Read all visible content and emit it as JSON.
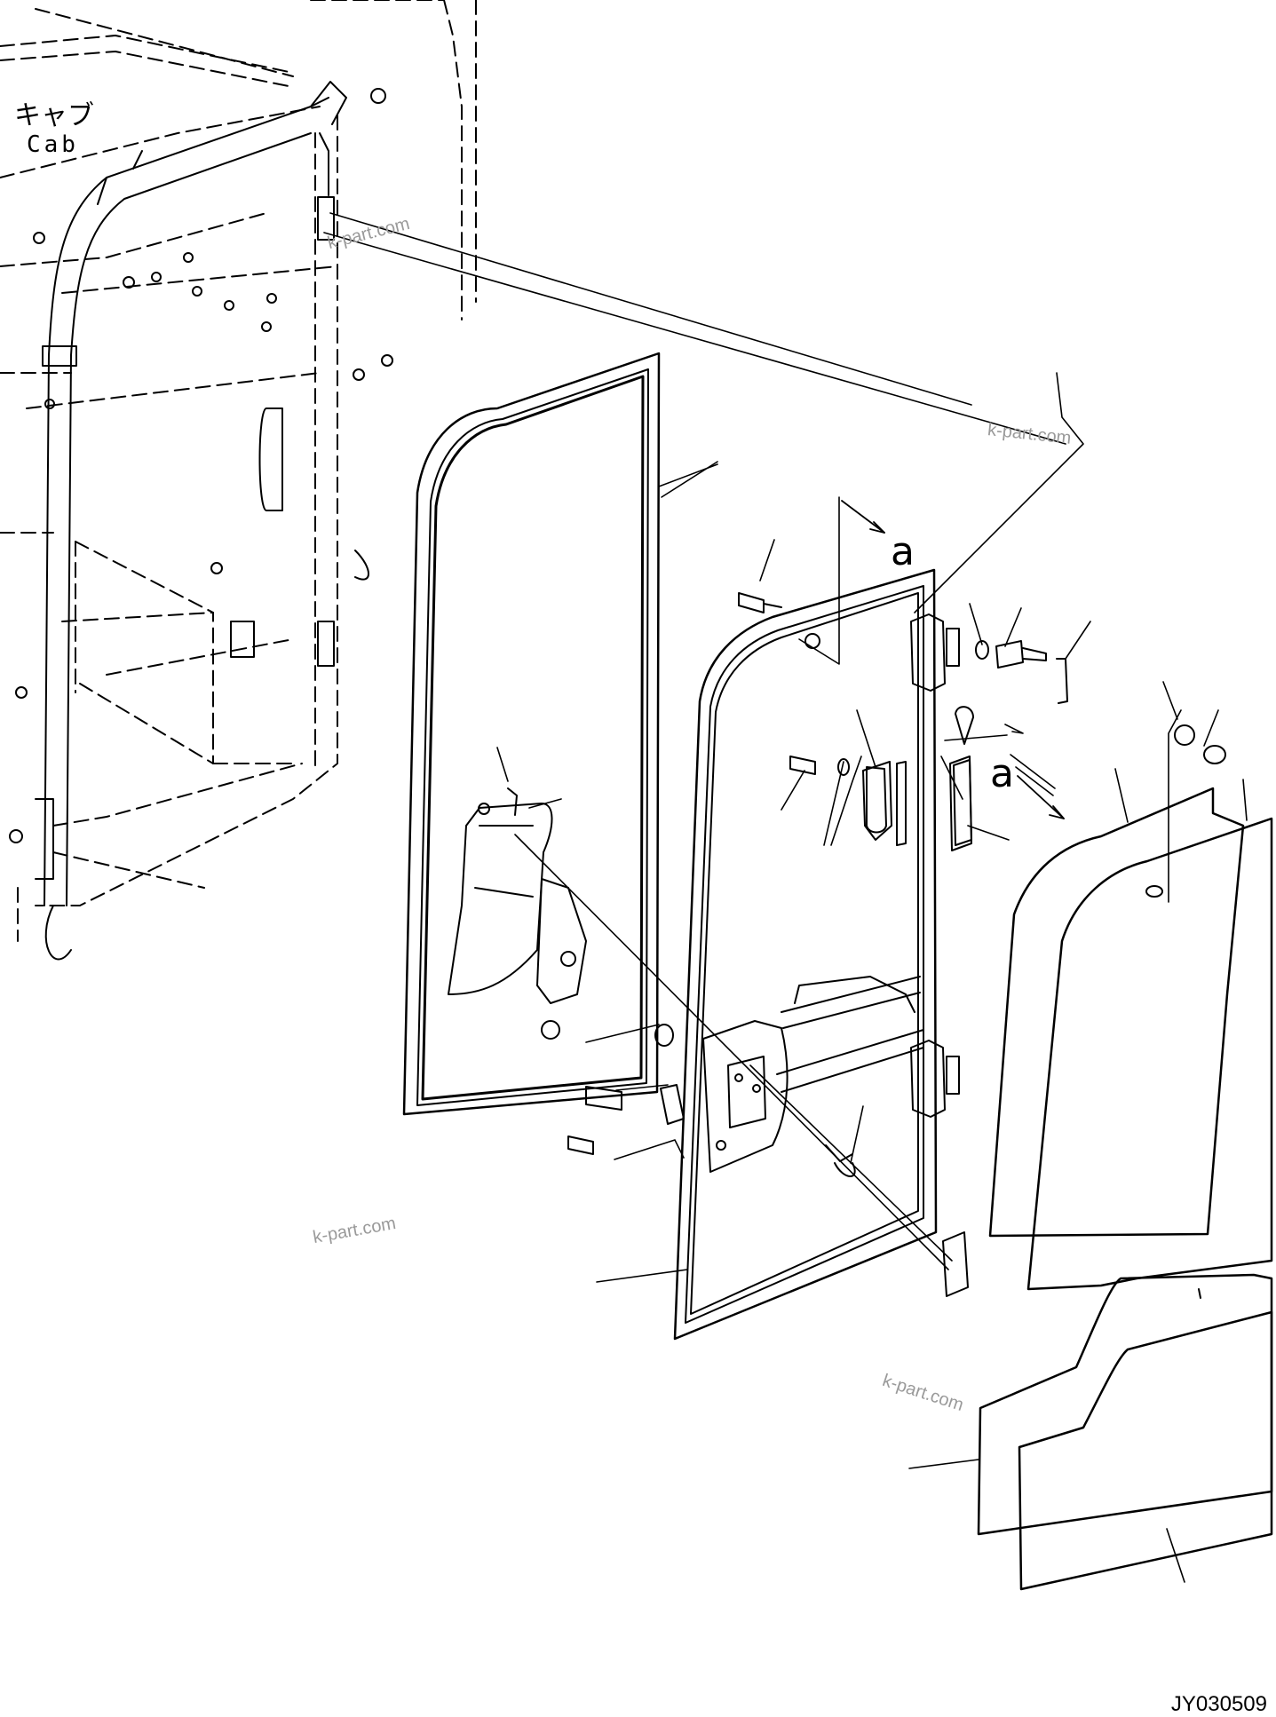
{
  "labels": {
    "cab_japanese": "キャブ",
    "cab_english": "Cab",
    "view_ref_1": "a",
    "view_ref_2": "a",
    "drawing_code": "JY030509"
  },
  "watermark": {
    "text": "k-part.com"
  },
  "colors": {
    "line": "#000000",
    "watermark": "#9a9a9a",
    "background": "#ffffff"
  }
}
